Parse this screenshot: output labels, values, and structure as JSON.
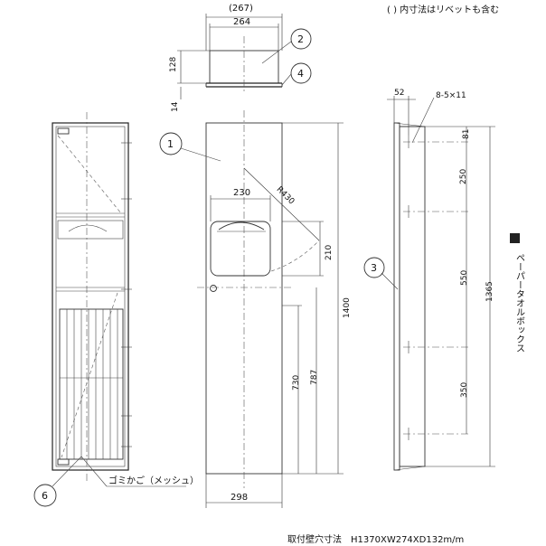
{
  "note": "( ) 内寸法はリベットも含む",
  "footer": "取付壁穴寸法　H1370XW274XD132m/m",
  "side_label": "ペーパータオルボックス",
  "basket_label": "ゴミかご（メッシュ）",
  "callouts": {
    "c1": "1",
    "c2": "2",
    "c3": "3",
    "c4": "4",
    "c6": "6"
  },
  "top_dims": {
    "outer": "(267)",
    "width": "264",
    "height": "128",
    "flange": "14"
  },
  "front_dims": {
    "radius": "R430",
    "opening": "230",
    "h210": "210",
    "h1400": "1400",
    "h787": "787",
    "h730": "730",
    "w298": "298"
  },
  "side_dims": {
    "d52": "52",
    "holes": "8-5×11",
    "h81": "81",
    "h250": "250",
    "h550": "550",
    "h350": "350",
    "h1365": "1365"
  }
}
